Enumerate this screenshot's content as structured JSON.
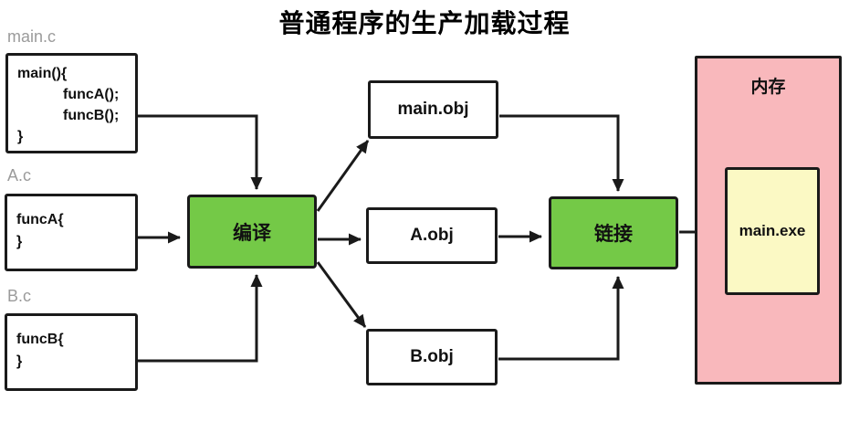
{
  "title": "普通程序的生产加载过程",
  "colors": {
    "process_green": "#74c947",
    "memory_pink": "#f9b8bc",
    "exe_yellow": "#fbf9c4",
    "border_black": "#1a1a1a",
    "label_gray": "#9b9b9b"
  },
  "sources": [
    {
      "label": "main.c",
      "lines": [
        "main(){",
        "funcA();",
        "funcB();",
        "}"
      ]
    },
    {
      "label": "A.c",
      "lines": [
        "funcA{",
        "}"
      ]
    },
    {
      "label": "B.c",
      "lines": [
        "funcB{",
        "}"
      ]
    }
  ],
  "compile_step": "编译",
  "link_step": "链接",
  "objects": [
    "main.obj",
    "A.obj",
    "B.obj"
  ],
  "memory": {
    "label": "内存",
    "exe": "main.exe"
  }
}
